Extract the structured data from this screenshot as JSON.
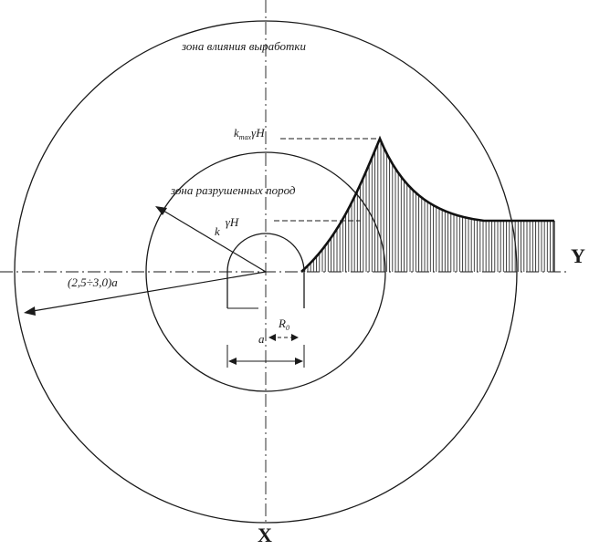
{
  "labels": {
    "influence_zone": "зона влияния выработки",
    "destroyed_zone": "зона разрушенных пород",
    "kmax_k": "k",
    "kmax_sub": "max",
    "kmax_rest": "γH",
    "k_gamma_k": "k",
    "k_gamma_rest": "γH",
    "radius_outer": "(2,5÷3,0)a",
    "r0_main": "R",
    "r0_sub": "0",
    "a_label": "a",
    "axis_y": "Y",
    "axis_x": "X"
  },
  "colors": {
    "line": "#1a1a1a",
    "hatch": "#2a2a2a",
    "background": "#ffffff"
  }
}
